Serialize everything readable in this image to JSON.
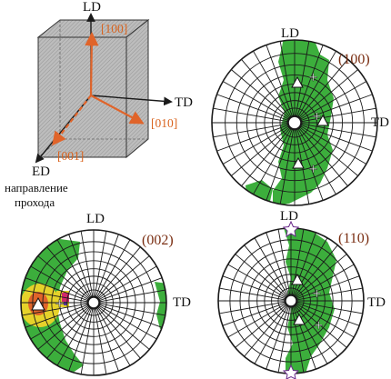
{
  "axis_labels": {
    "ld": "LD",
    "td": "TD",
    "ed": "ED"
  },
  "miller": {
    "dir_100": "[100]",
    "dir_010": "[010]",
    "dir_001": "[001]"
  },
  "caption": {
    "line1": "направление",
    "line2": "прохода"
  },
  "pole_figures": [
    {
      "title": "(100)",
      "ld": "LD",
      "td": "TD"
    },
    {
      "title": "(002)",
      "ld": "LD",
      "td": "TD"
    },
    {
      "title": "(110)",
      "ld": "LD",
      "td": "TD"
    }
  ],
  "colors": {
    "grid": "#1a1a1a",
    "texture_low": "#3cae3c",
    "texture_mid": "#e6d22a",
    "texture_high": "#e0642a",
    "texture_peak": "#d02a6a",
    "axis_orange": "#e0642a",
    "box_fill": "#b8b8b8"
  }
}
